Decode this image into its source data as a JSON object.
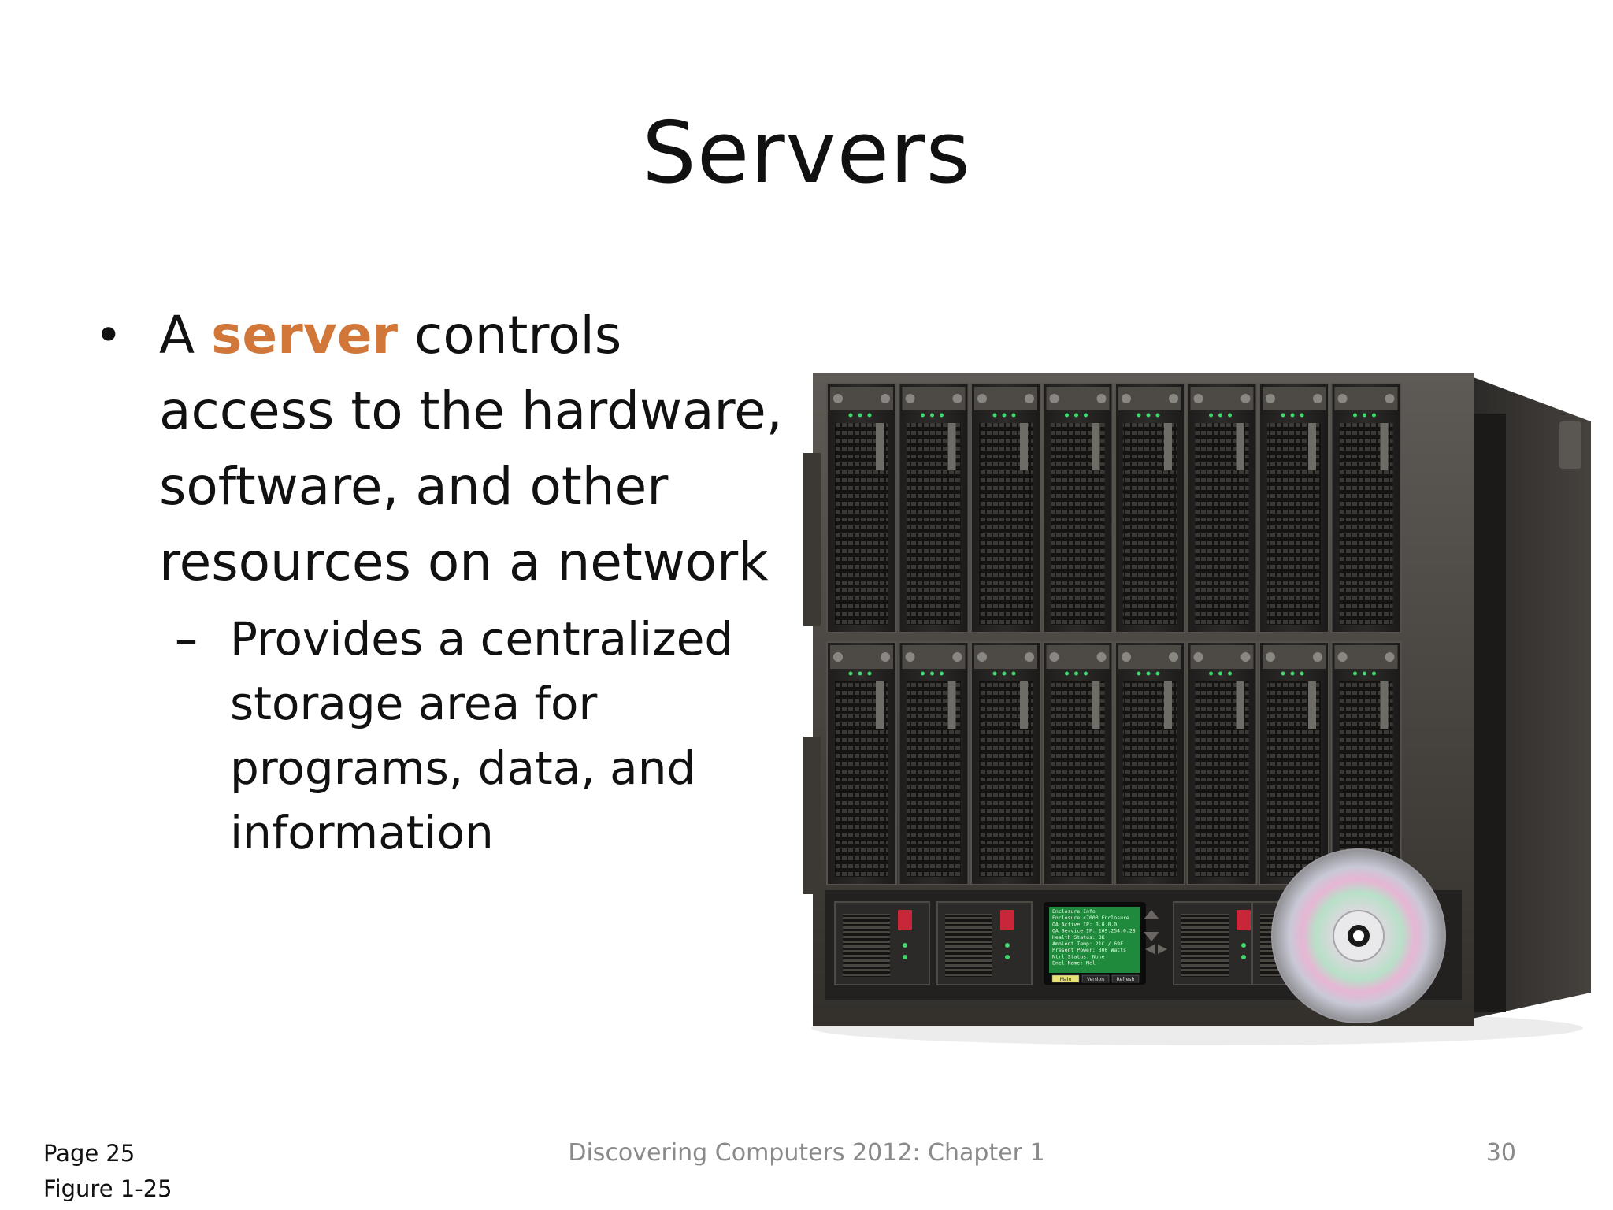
{
  "slide": {
    "title": "Servers",
    "bullet": {
      "prefix": "A ",
      "term": "server",
      "text": " controls access to the hardware, software, and other resources on a network"
    },
    "sub_bullet": {
      "marker": "–",
      "text": "Provides a centralized storage area for programs, data, and information"
    },
    "figure": {
      "panel_lines": [
        "Enclosure Info",
        "Enclosure c7000 Enclosure",
        "OA Active IP:   0.0.0.0",
        "OA Service IP:  169.254.0.28",
        "Health Status:  OK",
        "Ambient Temp:   21C / 69F",
        "Present Power:  300 Watts",
        "Ntrl Status:    None",
        "Encl Name:      Mel"
      ],
      "panel_buttons": [
        "Main",
        "Version",
        "Refresh"
      ]
    }
  },
  "footer": {
    "page": "Page 25",
    "figure": "Figure 1-25",
    "center": "Discovering Computers 2012: Chapter 1",
    "slide_number": "30"
  },
  "colors": {
    "accent": "#d2773a",
    "text": "#111111",
    "footer_text": "#8a8a8a"
  }
}
